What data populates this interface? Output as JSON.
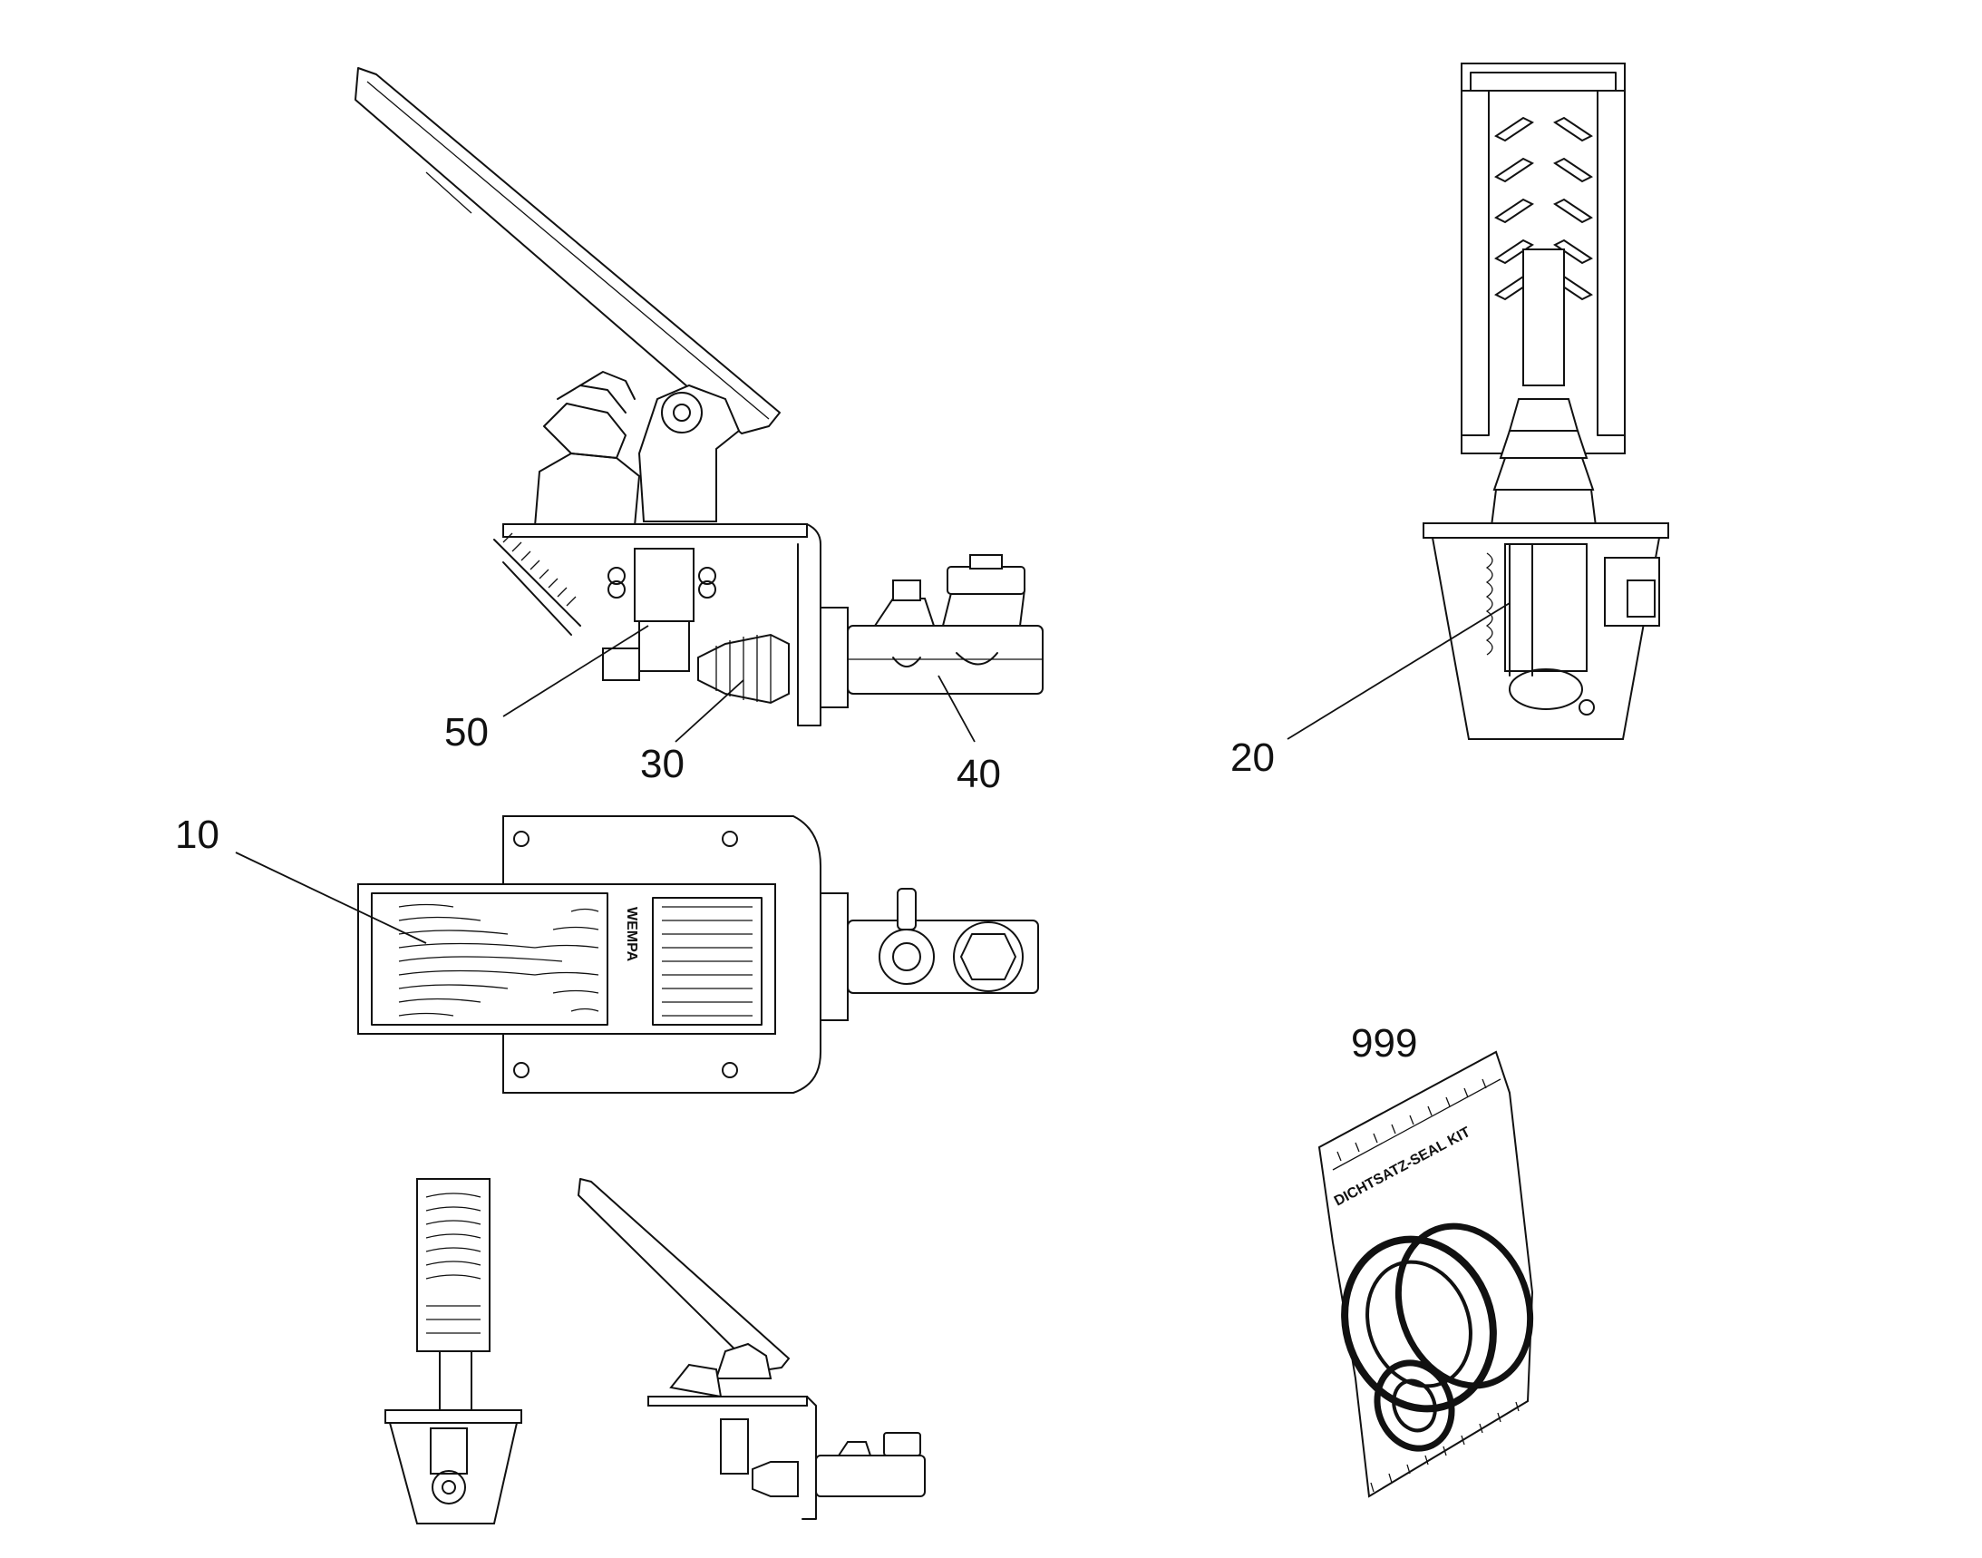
{
  "callouts": {
    "c10": "10",
    "c20": "20",
    "c30": "30",
    "c40": "40",
    "c50": "50",
    "c999": "999"
  },
  "bag_label": "DICHTSATZ-SEAL KIT",
  "pedal_logo": "WEMPA",
  "colors": {
    "line": "#111111",
    "background": "#ffffff"
  }
}
